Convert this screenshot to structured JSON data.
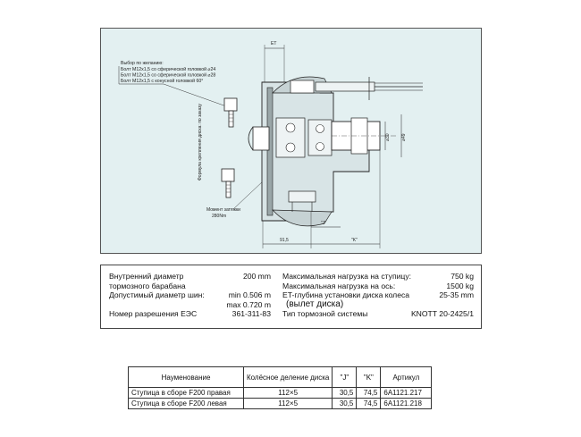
{
  "drawing": {
    "callout_lines": [
      "Выбор по желанию:",
      "Болт М12х1,5 со сферической головкой  ⌀24",
      "Болт М12х1,5 со сферической головкой  ⌀28",
      "Болт М12х1,5 с конусной головкой  60°"
    ],
    "vertical_label": "Формула крепления диска: по заказу",
    "torque_label": "Момент затяжки",
    "torque_value": "280Nm",
    "dim_et": "ET",
    "dim_j": "\"J\"",
    "dim_k": "\"K\"",
    "dim_915": "91,5",
    "dim_d30": "⌀30",
    "dim_d49": "⌀49"
  },
  "spec": {
    "left": [
      {
        "label": "Внутренний диаметр",
        "value": "200 mm"
      },
      {
        "label": "тормозного барабана",
        "value": ""
      },
      {
        "label": "Допустимый диаметр шин:",
        "value": "min 0.506 m"
      },
      {
        "label": "",
        "value": "max 0.720 m"
      },
      {
        "label": "Номер разрешения ЕЭС",
        "value": "361-311-83"
      }
    ],
    "right": [
      {
        "label": "Максимальная нагрузка на ступицу:",
        "value": "750 kg"
      },
      {
        "label": "Максимальная нагрузка на ось:",
        "value": "1500 kg"
      },
      {
        "label": "ET-глубина установки диска колеса",
        "value": "25-35 mm"
      },
      {
        "label": "(вылет диска)",
        "value": ""
      },
      {
        "label": "Тип тормозной системы",
        "value": "KNOTT 20-2425/1"
      }
    ]
  },
  "parts_table": {
    "headers": [
      "Наумeнование",
      "Колёсное деление диска",
      "\"J\"",
      "\"K\"",
      "Артикул"
    ],
    "rows": [
      [
        "Ступица в сборе F200 правая",
        "112×5",
        "30,5",
        "74,5",
        "6A1121.217"
      ],
      [
        "Ступица в сборе F200 левая",
        "112×5",
        "30,5",
        "74,5",
        "6A1121.218"
      ]
    ]
  }
}
